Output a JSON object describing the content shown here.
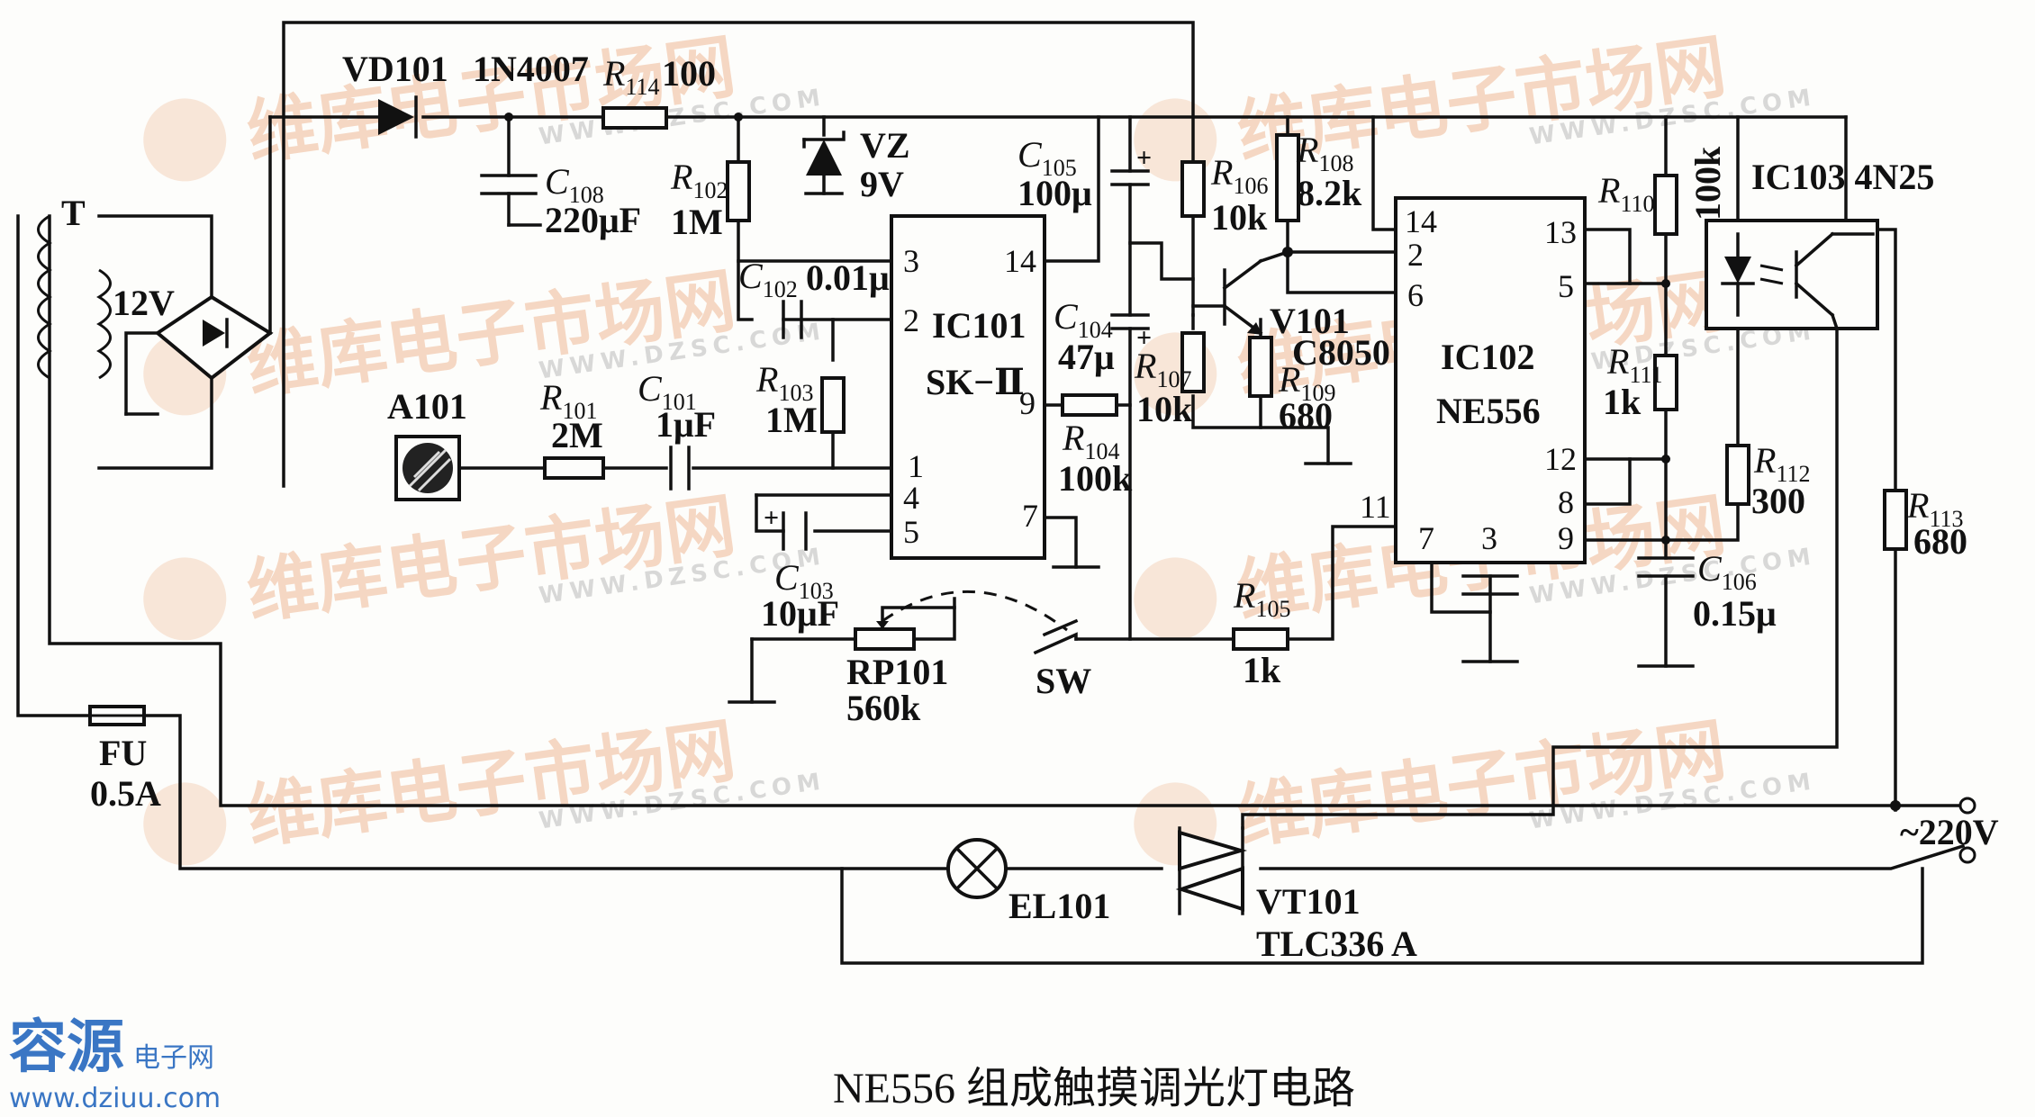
{
  "caption": "NE556 组成触摸调光灯电路",
  "watermark": {
    "brand": "维库电子市场网",
    "url": "WWW.DZSC.COM"
  },
  "site_logo": {
    "name": "容源",
    "sub": "电子网",
    "url": "www.dziuu.com"
  },
  "labels": {
    "T": "T",
    "v12": "12V",
    "vd101": "VD101",
    "in4007": "1N4007",
    "r114": "100",
    "c108": "220μF",
    "r102": "1M",
    "vz": "VZ",
    "vz_v": "9V",
    "c105": "100μ",
    "r106": "10k",
    "r108": "8.2k",
    "r110": "100k",
    "ic103": "IC103 4N25",
    "c102": "0.01μ",
    "ic101": "IC101",
    "sk2": "SK−Ⅱ",
    "c104": "47μ",
    "v101": "V101",
    "c8050": "C8050",
    "ic102": "IC102",
    "ne556": "NE556",
    "a101": "A101",
    "r101": "2M",
    "c101": "1μF",
    "r103": "1M",
    "r104": "100k",
    "r107": "10k",
    "r109": "680",
    "r111": "1k",
    "r112": "300",
    "r113": "680",
    "c103": "10μF",
    "rp101": "RP101",
    "rp_val": "560k",
    "sw": "SW",
    "r105": "1k",
    "c106": "0.15μ",
    "fu": "FU",
    "fu_val": "0.5A",
    "el101": "EL101",
    "vt101": "VT101",
    "tlc": "TLC336 A",
    "mains": "~220V"
  },
  "refs": {
    "R114": "R",
    "R114s": "114",
    "C108": "C",
    "C108s": "108",
    "R102": "R",
    "R102s": "102",
    "C105": "C",
    "C105s": "105",
    "R106": "R",
    "R106s": "106",
    "R108": "R",
    "R108s": "108",
    "R110": "R",
    "R110s": "110",
    "C102": "C",
    "C102s": "102",
    "C104": "C",
    "C104s": "104",
    "R101": "R",
    "R101s": "101",
    "C101": "C",
    "C101s": "101",
    "R103": "R",
    "R103s": "103",
    "R104": "R",
    "R104s": "104",
    "R107": "R",
    "R107s": "107",
    "R109": "R",
    "R109s": "109",
    "R111": "R",
    "R111s": "111",
    "R112": "R",
    "R112s": "112",
    "R113": "R",
    "R113s": "113",
    "C103": "C",
    "C103s": "103",
    "R105": "R",
    "R105s": "105",
    "C106": "C",
    "C106s": "106"
  },
  "pins": {
    "ic101": [
      "3",
      "14",
      "2",
      "9",
      "1",
      "4",
      "5",
      "7"
    ],
    "ic102": [
      "14",
      "2",
      "6",
      "13",
      "5",
      "12",
      "8",
      "9",
      "11",
      "7",
      "3"
    ]
  }
}
